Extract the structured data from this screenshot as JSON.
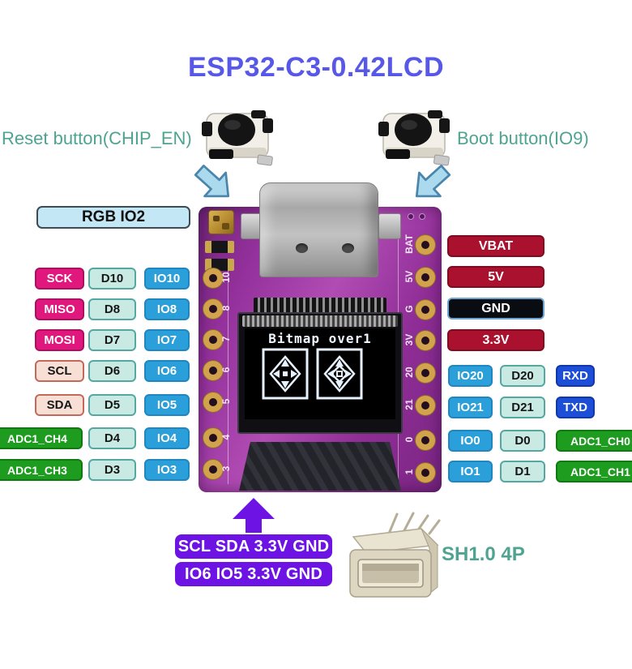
{
  "title": "ESP32-C3-0.42LCD",
  "annotations": {
    "reset_label": "Reset button(CHIP_EN)",
    "boot_label": "Boot button(IO9)",
    "rgb_label": "RGB IO2",
    "i2c_header_row1": "SCL SDA 3.3V GND",
    "i2c_header_row2": "IO6 IO5 3.3V GND",
    "sh_connector_label": "SH1.0 4P"
  },
  "board": {
    "oled_text": "Bitmap over1",
    "left_silkscreen": [
      "10",
      "8",
      "7",
      "6",
      "5",
      "4",
      "3"
    ],
    "right_silkscreen": [
      "BAT",
      "5V",
      "G",
      "3V",
      "20",
      "21",
      "0",
      "1"
    ]
  },
  "left_pins": [
    {
      "cells": [
        {
          "text": "SCK",
          "type": "spi"
        },
        {
          "text": "D10",
          "type": "dpin"
        },
        {
          "text": "IO10",
          "type": "io"
        }
      ]
    },
    {
      "cells": [
        {
          "text": "MISO",
          "type": "spi"
        },
        {
          "text": "D8",
          "type": "dpin"
        },
        {
          "text": "IO8",
          "type": "io"
        }
      ]
    },
    {
      "cells": [
        {
          "text": "MOSI",
          "type": "spi"
        },
        {
          "text": "D7",
          "type": "dpin"
        },
        {
          "text": "IO7",
          "type": "io"
        }
      ]
    },
    {
      "cells": [
        {
          "text": "SCL",
          "type": "i2c"
        },
        {
          "text": "D6",
          "type": "dpin"
        },
        {
          "text": "IO6",
          "type": "io"
        }
      ]
    },
    {
      "cells": [
        {
          "text": "SDA",
          "type": "i2c"
        },
        {
          "text": "D5",
          "type": "dpin"
        },
        {
          "text": "IO5",
          "type": "io"
        }
      ]
    },
    {
      "cells": [
        {
          "text": "ADC1_CH4",
          "type": "adc"
        },
        {
          "text": "D4",
          "type": "dpin"
        },
        {
          "text": "IO4",
          "type": "io"
        }
      ]
    },
    {
      "cells": [
        {
          "text": "ADC1_CH3",
          "type": "adc"
        },
        {
          "text": "D3",
          "type": "dpin"
        },
        {
          "text": "IO3",
          "type": "io"
        }
      ]
    }
  ],
  "right_pins": [
    {
      "cells": [
        {
          "text": "VBAT",
          "type": "power"
        }
      ]
    },
    {
      "cells": [
        {
          "text": "5V",
          "type": "power"
        }
      ]
    },
    {
      "cells": [
        {
          "text": "GND",
          "type": "gnd"
        }
      ]
    },
    {
      "cells": [
        {
          "text": "3.3V",
          "type": "power"
        }
      ]
    },
    {
      "cells": [
        {
          "text": "IO20",
          "type": "io"
        },
        {
          "text": "D20",
          "type": "dpin"
        },
        {
          "text": "RXD",
          "type": "uart"
        }
      ]
    },
    {
      "cells": [
        {
          "text": "IO21",
          "type": "io"
        },
        {
          "text": "D21",
          "type": "dpin"
        },
        {
          "text": "TXD",
          "type": "uart"
        }
      ]
    },
    {
      "cells": [
        {
          "text": "IO0",
          "type": "io"
        },
        {
          "text": "D0",
          "type": "dpin"
        },
        {
          "text": "ADC1_CH0",
          "type": "adc"
        }
      ]
    },
    {
      "cells": [
        {
          "text": "IO1",
          "type": "io"
        },
        {
          "text": "D1",
          "type": "dpin"
        },
        {
          "text": "ADC1_CH1",
          "type": "adc"
        }
      ]
    }
  ],
  "colors": {
    "title_blue": "#5757e8",
    "teal_text": "#4fa391",
    "spi_magenta": "#e0187e",
    "dpin_mint": "#c9eae3",
    "io_cyan": "#2b9fd9",
    "i2c_peach": "#f8dfd6",
    "adc_green": "#1e9c1f",
    "power_crimson": "#a9112e",
    "gnd_black": "#090c10",
    "uart_blue": "#1d4ed8",
    "callout_violet": "#6d13e3",
    "arrow_light_blue": "#abdaee",
    "pcb_purple": "#93309b"
  }
}
